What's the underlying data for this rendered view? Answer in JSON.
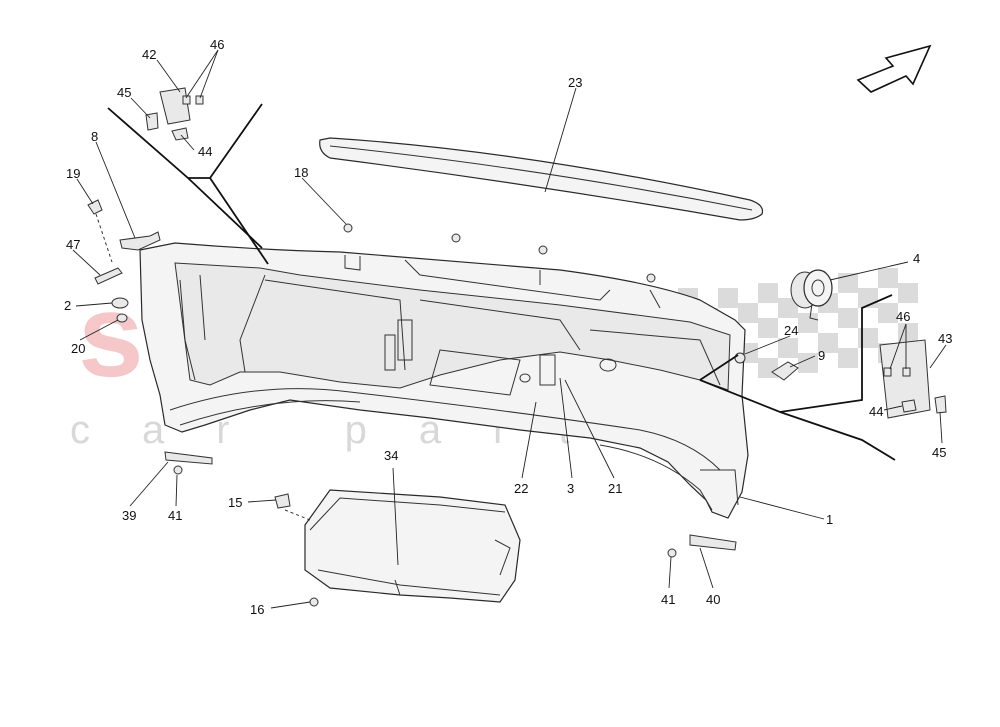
{
  "watermark": {
    "brand": "scuderia",
    "sub": "car parts"
  },
  "callouts": [
    {
      "label": "42"
    },
    {
      "label": "46"
    },
    {
      "label": "45"
    },
    {
      "label": "44"
    },
    {
      "label": "8"
    },
    {
      "label": "19"
    },
    {
      "label": "47"
    },
    {
      "label": "2"
    },
    {
      "label": "20"
    },
    {
      "label": "18"
    },
    {
      "label": "23"
    },
    {
      "label": "4"
    },
    {
      "label": "24"
    },
    {
      "label": "9"
    },
    {
      "label": "46"
    },
    {
      "label": "43"
    },
    {
      "label": "44"
    },
    {
      "label": "45"
    },
    {
      "label": "1"
    },
    {
      "label": "22"
    },
    {
      "label": "3"
    },
    {
      "label": "21"
    },
    {
      "label": "34"
    },
    {
      "label": "15"
    },
    {
      "label": "16"
    },
    {
      "label": "39"
    },
    {
      "label": "41"
    },
    {
      "label": "41"
    },
    {
      "label": "40"
    }
  ]
}
